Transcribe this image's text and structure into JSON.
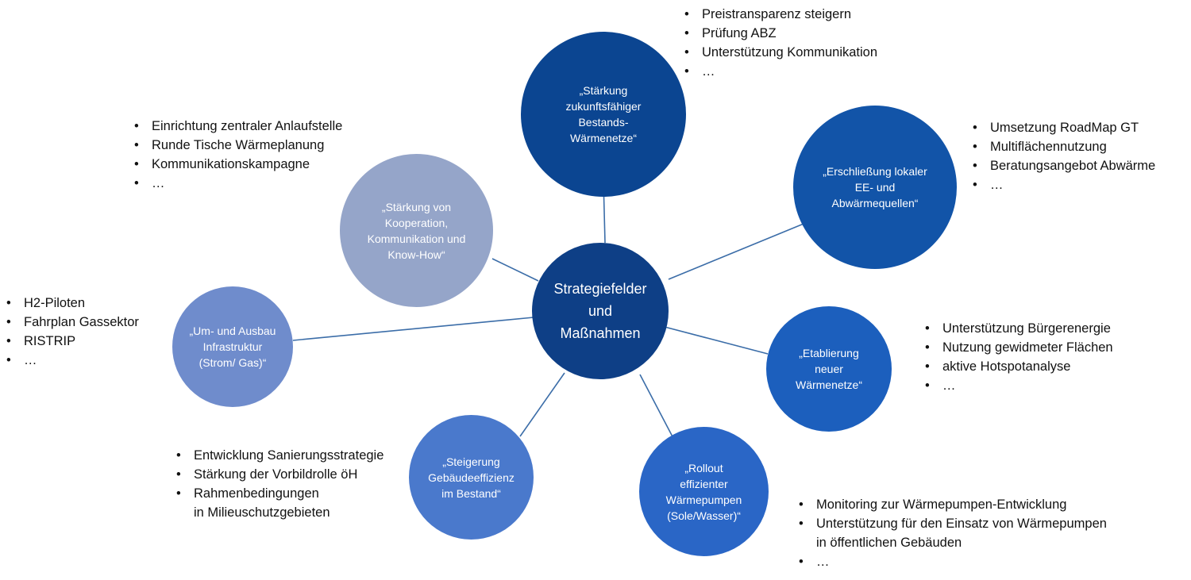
{
  "center": {
    "label": "Strategiefelder\nund\nMaßnahmen",
    "color": "#0e3f86"
  },
  "line_color": "#3b6da8",
  "fields": [
    {
      "id": "f1",
      "label": "„Stärkung\nzukunftsfähiger\nBestands-\nWärmenetze“",
      "color": "#0b4591",
      "bullets": [
        "Preistransparenz steigern",
        "Prüfung ABZ",
        "Unterstützung Kommunikation",
        "…"
      ]
    },
    {
      "id": "f2",
      "label": "„Erschließung lokaler\nEE- und\nAbwärmequellen“",
      "color": "#1254a8",
      "bullets": [
        "Umsetzung RoadMap GT",
        "Multiflächennutzung",
        "Beratungsangebot Abwärme",
        "…"
      ]
    },
    {
      "id": "f3",
      "label": "„Etablierung\nneuer\nWärmenetze“",
      "color": "#1c5fbd",
      "bullets": [
        "Unterstützung Bürgerenergie",
        "Nutzung gewidmeter Flächen",
        "aktive Hotspotanalyse",
        "…"
      ]
    },
    {
      "id": "f4",
      "label": "„Rollout\neffizienter\nWärmepumpen\n(Sole/Wasser)“",
      "color": "#2a66c6",
      "bullets": [
        "Monitoring zur Wärmepumpen-Entwicklung",
        "Unterstützung für den Einsatz von Wärmepumpen\nin öffentlichen Gebäuden",
        "…"
      ]
    },
    {
      "id": "f5",
      "label": "„Steigerung\nGebäudeeffizienz\nim Bestand“",
      "color": "#4a79cc",
      "bullets": [
        "Entwicklung Sanierungsstrategie",
        "Stärkung der Vorbildrolle öH",
        "Rahmenbedingungen\nin Milieuschutzgebieten"
      ]
    },
    {
      "id": "f6",
      "label": "„Um- und Ausbau\nInfrastruktur\n(Strom/ Gas)“",
      "color": "#6f8ccc",
      "bullets": [
        "H2-Piloten",
        "Fahrplan Gassektor",
        "RISTRIP",
        "…"
      ]
    },
    {
      "id": "f7",
      "label": "„Stärkung von\nKooperation,\nKommunikation und\nKnow-How“",
      "color": "#95a5c9",
      "bullets": [
        "Einrichtung zentraler Anlaufstelle",
        "Runde Tische Wärmeplanung",
        "Kommunikationskampagne",
        "…"
      ]
    }
  ]
}
